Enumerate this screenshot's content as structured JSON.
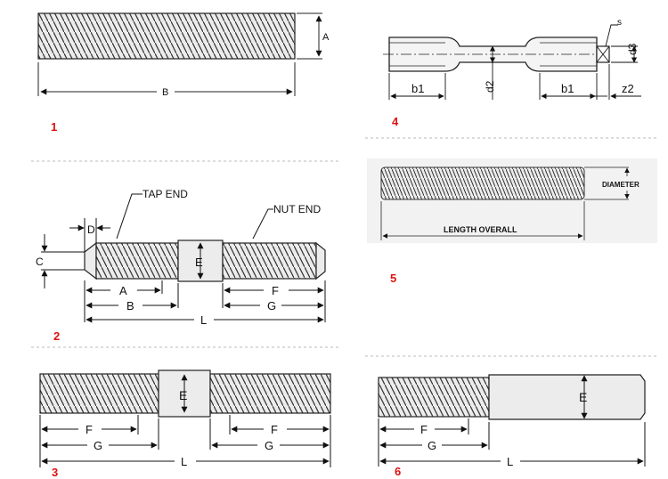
{
  "panels": {
    "p1": {
      "number": "1",
      "labels": {
        "A": "A",
        "B": "B"
      }
    },
    "p2": {
      "number": "2",
      "labels": {
        "tap_end": "TAP END",
        "nut_end": "NUT END",
        "D": "D",
        "C": "C",
        "E": "E",
        "A": "A",
        "B": "B",
        "F": "F",
        "G": "G",
        "L": "L"
      }
    },
    "p3": {
      "number": "3",
      "labels": {
        "E": "E",
        "F1": "F",
        "G1": "G",
        "F2": "F",
        "G2": "G",
        "L": "L"
      }
    },
    "p4": {
      "number": "4",
      "labels": {
        "s": "s",
        "d3": "d3",
        "d2": "d2",
        "b1_left": "b1",
        "b1_right": "b1",
        "z2": "z2"
      }
    },
    "p5": {
      "number": "5",
      "labels": {
        "diameter": "DIAMETER",
        "length_overall": "LENGTH OVERALL"
      }
    },
    "p6": {
      "number": "6",
      "labels": {
        "E": "E",
        "F": "F",
        "G": "G",
        "L": "L"
      }
    }
  },
  "colors": {
    "number": "#dd1111",
    "line": "#222222",
    "fill": "#e9e9e9"
  }
}
